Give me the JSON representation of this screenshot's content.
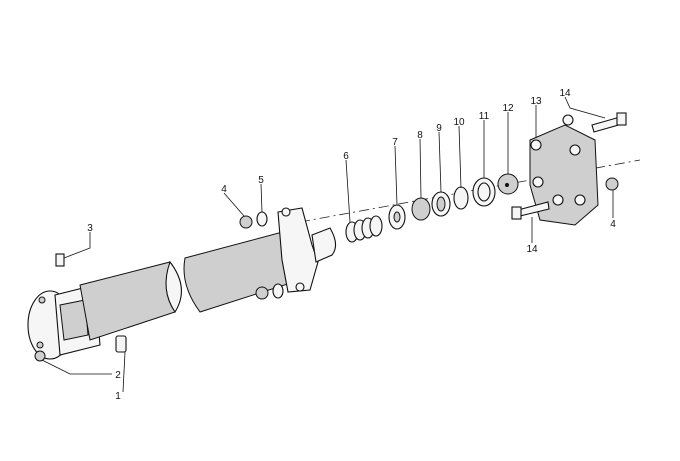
{
  "diagram": {
    "type": "exploded-parts-diagram",
    "callouts": [
      {
        "id": "1",
        "label": "1"
      },
      {
        "id": "2",
        "label": "2"
      },
      {
        "id": "3",
        "label": "3"
      },
      {
        "id": "4a",
        "label": "4"
      },
      {
        "id": "5",
        "label": "5"
      },
      {
        "id": "6",
        "label": "6"
      },
      {
        "id": "7",
        "label": "7"
      },
      {
        "id": "8",
        "label": "8"
      },
      {
        "id": "9",
        "label": "9"
      },
      {
        "id": "10",
        "label": "10"
      },
      {
        "id": "11",
        "label": "11"
      },
      {
        "id": "12",
        "label": "12"
      },
      {
        "id": "13",
        "label": "13"
      },
      {
        "id": "14a",
        "label": "14"
      },
      {
        "id": "14b",
        "label": "14"
      },
      {
        "id": "4b",
        "label": "4"
      }
    ]
  }
}
